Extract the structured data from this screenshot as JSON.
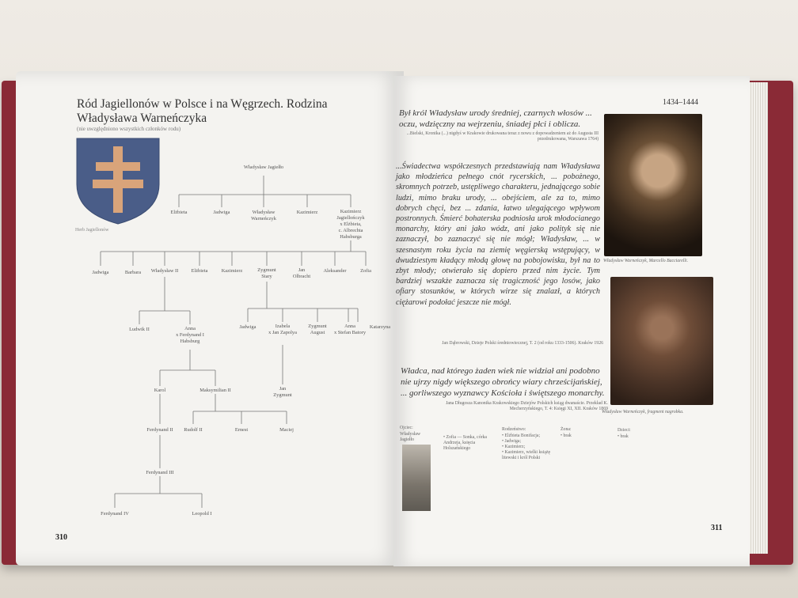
{
  "left_page": {
    "title": "Ród Jagiellonów w Polsce i na Węgrzech. Rodzina Władysława Warneńczyka",
    "subtitle": "(nie uwzględniono wszystkich członków rodu)",
    "shield_caption": "Herb Jagiellonów",
    "page_number": "310",
    "tree": {
      "root": "Władysław Jagiełło",
      "gen1": [
        "Elżbieta",
        "Jadwiga",
        "Władysław\nWarneńczyk",
        "Kazimierz",
        "Kazimierz\nJagiellończyk\nx Elżbieta,\nc. Albrechta\nHabsburga"
      ],
      "gen2": [
        "Jadwiga",
        "Barbara",
        "Władysław II",
        "Elżbieta",
        "Kazimierz",
        "Zygmunt\nStary",
        "Jan\nOlbracht",
        "Aleksander",
        "Zofia"
      ],
      "gen3a": [
        "Ludwik II",
        "Anna\nx Ferdynand I\nHabsburg"
      ],
      "gen3b": [
        "Jadwiga",
        "Izabela\nx Jan Zapolya",
        "Zygmunt\nAugust",
        "Anna\nx Stefan Batory",
        "Katarzyna"
      ],
      "jan_zygmunt": "Jan\nZygmunt",
      "gen4": [
        "Karol",
        "Maksymilian II"
      ],
      "gen5": [
        "Ferdynand II",
        "Rudolf II",
        "Ernest",
        "Maciej"
      ],
      "gen6": "Ferdynand III",
      "gen7": [
        "Ferdynand IV",
        "Leopold I"
      ]
    }
  },
  "right_page": {
    "header_years": "1434–1444",
    "quote1": "Był król Władysław urody średniej, czarnych włosów ... oczu, wdzięczny na wejrzeniu, śniadej płci i oblicza.",
    "quote1_source": "...Bielski, Kronika (...) nigdyś w Krakowie drukowana teraz z nowu z dopowadzeniem aż do Augusta III przedrukowana, Warszawa 1764)",
    "paragraph": "...Świadectwa współczesnych przedstawiają nam Władysława jako młodzieńca pełnego cnót rycerskich, ... pobożnego, skromnych potrzeb, ustępliwego charakteru, jednającego sobie ludzi, mimo braku urody, ... obejściem, ale za to, mimo dobrych chęci, bez ... zdania, łatwo ulegającego wpływom postronnych. Śmierć bohaterska podniosła urok młodocianego monarchy, który ani jako wódz, ani jako polityk się nie zaznaczył, bo zaznaczyć się nie mógł; Władysław, ... w szesnastym roku życia na ziemię węgierską wstępujący, w dwudziestym kładący młodą głowę na pobojowisku, był na to zbyt młody; otwierało się dopiero przed nim życie. Tym bardziej wszakże zaznacza się tragiczność jego losów, jako ofiary stosunków, w których wirze się znalazł, a których ciężarowi podołać jeszcze nie mógł.",
    "paragraph_source": "Jan Dąbrowski, Dzieje Polski średniowiecznej, T. 2 (od roku 1333-1506). Kraków 1926",
    "quote2": "Władca, nad którego żaden wiek nie widział ani podobno nie ujrzy nigdy większego obrońcy wiary chrześcijańskiej, ... gorliwszego wyznawcy Kościoła i świętszego monarchy.",
    "quote2_source": "Jana Długosza Kanonika Krakowskiego Dziejów Polskich ksiąg dwanaście. Przekład K. Mecherzyńskiego, T. 4: Księgi XI, XII. Kraków 1869",
    "caption1": "Władysław Warneńczyk, Marcello Bacciarelli.",
    "caption2": "Władysław Warneńczyk, fragment nagrobka.",
    "info": {
      "col1_head": "Ojciec:",
      "col1_val": "Władysław Jagiełło",
      "col2_val": "• Zofia — Sonka, córka Andrzeja, księcia Holszańskiego",
      "col3_head": "Rodzeństwo:",
      "col3_val": "• Elżbieta Bonifacja;\n• Jadwiga;\n• Kazimierz;\n• Kazimierz, wielki książę litewski i król Polski",
      "col4_head": "Żona:",
      "col4_val": "• brak",
      "col5_head": "Dzieci:",
      "col5_val": "• brak"
    },
    "page_number": "311"
  }
}
